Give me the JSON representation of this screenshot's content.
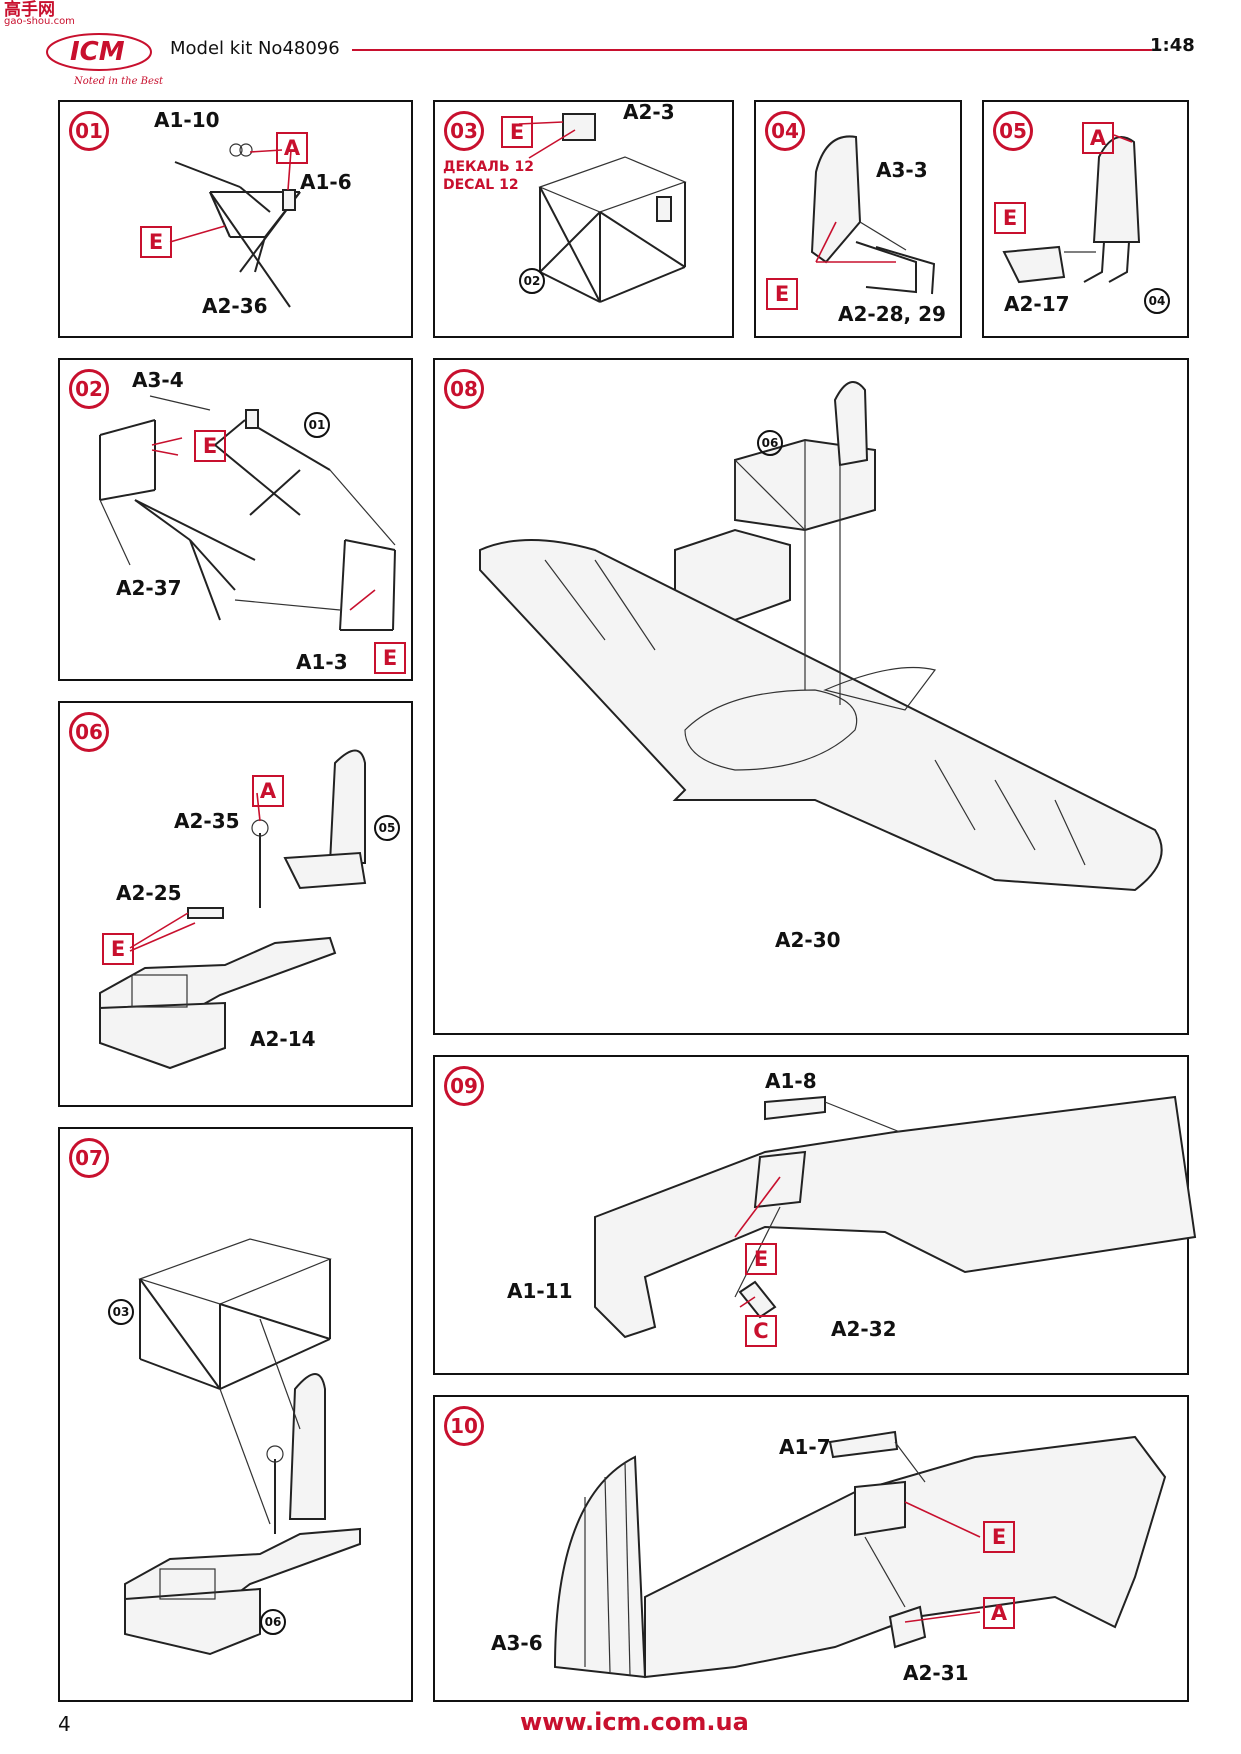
{
  "header": {
    "site_badge_top": "高手网",
    "site_badge_bottom": "gao-shou.com",
    "brand": "ICM",
    "tagline": "Noted in the Best",
    "title": "Model kit No48096",
    "scale": "1:48"
  },
  "steps": [
    {
      "number": "01",
      "parts": [
        "A1-10",
        "A1-6",
        "A2-36"
      ],
      "paints": [
        "A",
        "E"
      ]
    },
    {
      "number": "03",
      "parts": [
        "A2-3"
      ],
      "paints": [
        "E"
      ],
      "decal": [
        "ДЕКАЛЬ 12",
        "DECAL 12"
      ],
      "ref": "02"
    },
    {
      "number": "04",
      "parts": [
        "A3-3",
        "A2-28, 29"
      ],
      "paints": [
        "E"
      ]
    },
    {
      "number": "05",
      "parts": [
        "A2-17"
      ],
      "paints": [
        "A",
        "E"
      ],
      "ref": "04"
    },
    {
      "number": "02",
      "parts": [
        "A3-4",
        "A2-37",
        "A1-3"
      ],
      "paints": [
        "E",
        "E"
      ],
      "ref": "01"
    },
    {
      "number": "08",
      "parts": [
        "A2-30"
      ],
      "ref": "06"
    },
    {
      "number": "06",
      "parts": [
        "A2-35",
        "A2-25",
        "A2-14"
      ],
      "paints": [
        "A",
        "E"
      ],
      "ref": "05"
    },
    {
      "number": "09",
      "parts": [
        "A1-8",
        "A1-11",
        "A2-32"
      ],
      "paints": [
        "E",
        "C"
      ]
    },
    {
      "number": "07",
      "refs": [
        "03",
        "06"
      ]
    },
    {
      "number": "10",
      "parts": [
        "A1-7",
        "A3-6",
        "A2-31"
      ],
      "paints": [
        "E",
        "A"
      ]
    }
  ],
  "footer": {
    "page_number": "4",
    "url": "www.icm.com.ua"
  }
}
